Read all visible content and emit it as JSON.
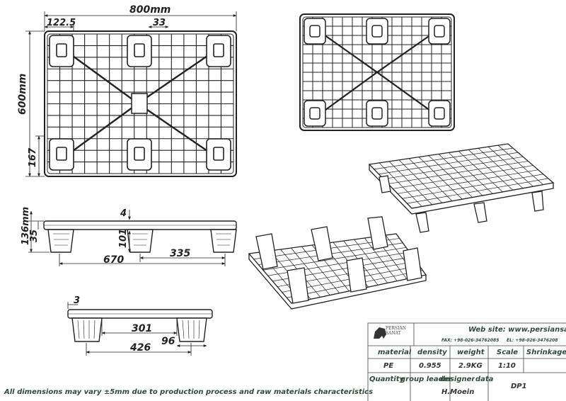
{
  "dimensions": {
    "top_width": "800mm",
    "top_left_offset": "122.5",
    "top_gap": "33",
    "side_height": "600mm",
    "side_bottom": "167",
    "front_height_total": "136mm",
    "front_deck": "35",
    "front_top": "4",
    "front_leg": "101",
    "front_span": "670",
    "front_half": "335",
    "side_top": "3",
    "side_inner": "301",
    "side_span": "426",
    "side_leg": "96"
  },
  "note": "All dimensions may vary ±5mm due to production process and raw materials characteristics",
  "title_block": {
    "logo_line1": "PERSIAN",
    "logo_line2": "SANAT",
    "website": "Web site: www.persiansanat",
    "fax": "FAX: +98-026-34762085",
    "tel": "EL: +98-026-3476208",
    "headers": [
      "material",
      "density",
      "weight",
      "Scale",
      "Shrinkage r"
    ],
    "values": [
      "PE",
      "0.955",
      "2.9KG",
      "1:10",
      ""
    ],
    "row3_labels": [
      "Quantity",
      "group leader",
      "designer",
      "data"
    ],
    "designer": "H.Moein",
    "drawing_no": "DP1"
  }
}
